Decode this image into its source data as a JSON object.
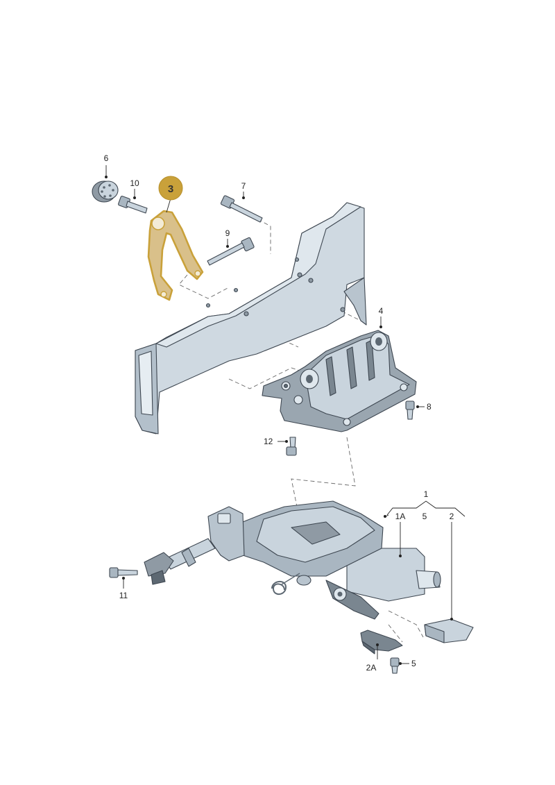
{
  "callouts": {
    "c1": "1",
    "c1a": "1A",
    "c2": "2",
    "c2a": "2A",
    "c3": "3",
    "c4": "4",
    "c5a": "5",
    "c5b": "5",
    "c6": "6",
    "c7": "7",
    "c8": "8",
    "c9": "9",
    "c10": "10",
    "c11": "11",
    "c12": "12"
  },
  "colors": {
    "part_fill": "#c9d4dd",
    "part_shade": "#a9b6c1",
    "part_dark": "#5d6872",
    "highlight": "#c9a13a",
    "highlight_fill": "#d9c08a"
  }
}
